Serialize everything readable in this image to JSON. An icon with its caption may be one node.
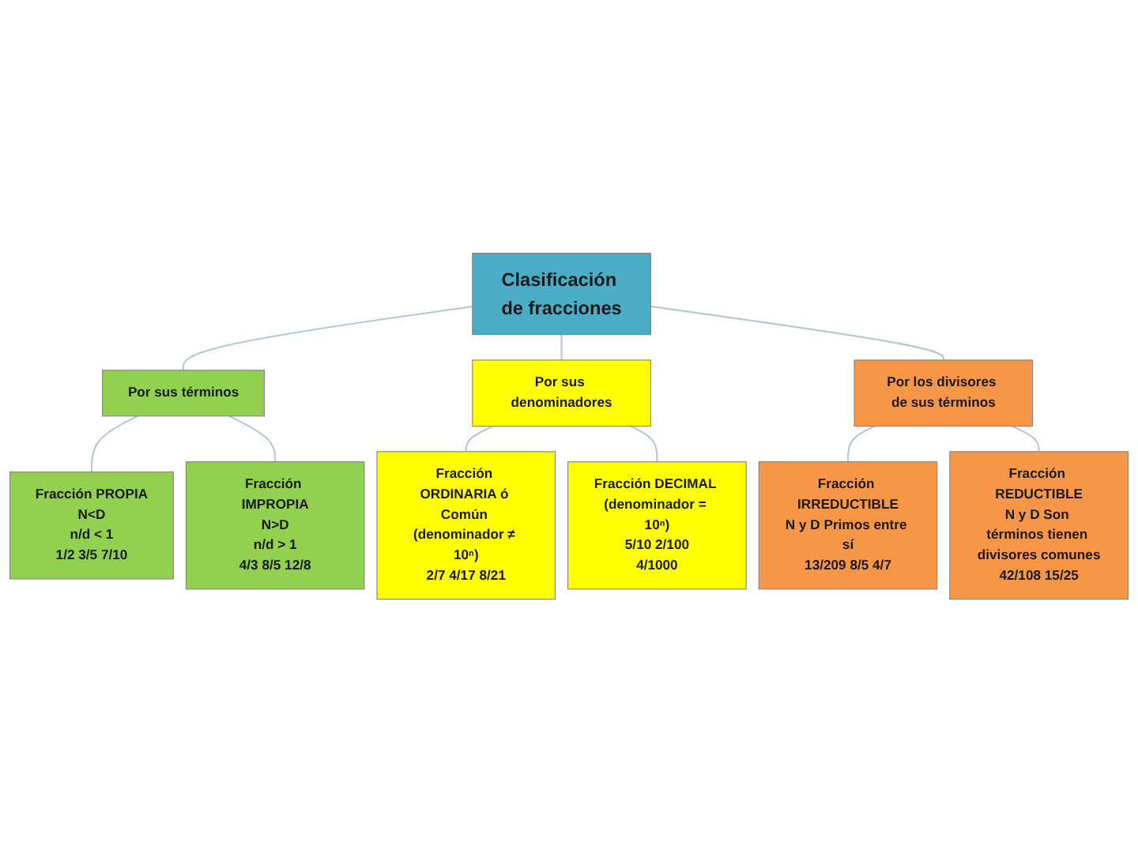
{
  "diagram": {
    "nodes": [
      {
        "text": [
          "Clasificación de fracciones"
        ]
      },
      {
        "text": [
          "Por sus términos"
        ]
      },
      {
        "text": [
          "Por sus denominadores"
        ]
      },
      {
        "text": [
          "Por los divisores de sus términos"
        ]
      },
      {
        "text": [
          "Fracción PROPIA",
          "N<D",
          "n/d < 1",
          "1/2 3/5 7/10"
        ]
      },
      {
        "text": [
          "Fracción IMPROPIA",
          "N>D",
          "n/d > 1",
          "4/3 8/5 12/8"
        ]
      },
      {
        "text": [
          "Fracción ORDINARIA ó Común (denominador ≠ 10ⁿ)",
          "2/7 4/17 8/21"
        ]
      },
      {
        "text": [
          "Fracción DECIMAL (denominador = 10ⁿ)",
          "5/10 2/100",
          "4/1000"
        ]
      },
      {
        "text": [
          "Fracción IRREDUCTIBLE",
          "N y D Primos entre sí",
          "13/209 8/5 4/7"
        ]
      },
      {
        "text": [
          "Fracción REDUCTIBLE",
          "N y D Son términos tienen divisores comunes",
          "42/108 15/25"
        ]
      }
    ],
    "edges": [
      {
        "from": 0,
        "to": 1,
        "arrow": "none"
      },
      {
        "from": 0,
        "to": 2,
        "arrow": "none"
      },
      {
        "from": 0,
        "to": 3,
        "arrow": "none"
      },
      {
        "from": 1,
        "to": 4,
        "arrow": "none"
      },
      {
        "from": 1,
        "to": 5,
        "arrow": "none"
      },
      {
        "from": 2,
        "to": 6,
        "arrow": "none"
      },
      {
        "from": 2,
        "to": 7,
        "arrow": "none"
      },
      {
        "from": 3,
        "to": 8,
        "arrow": "none"
      },
      {
        "from": 3,
        "to": 9,
        "arrow": "none"
      }
    ]
  }
}
